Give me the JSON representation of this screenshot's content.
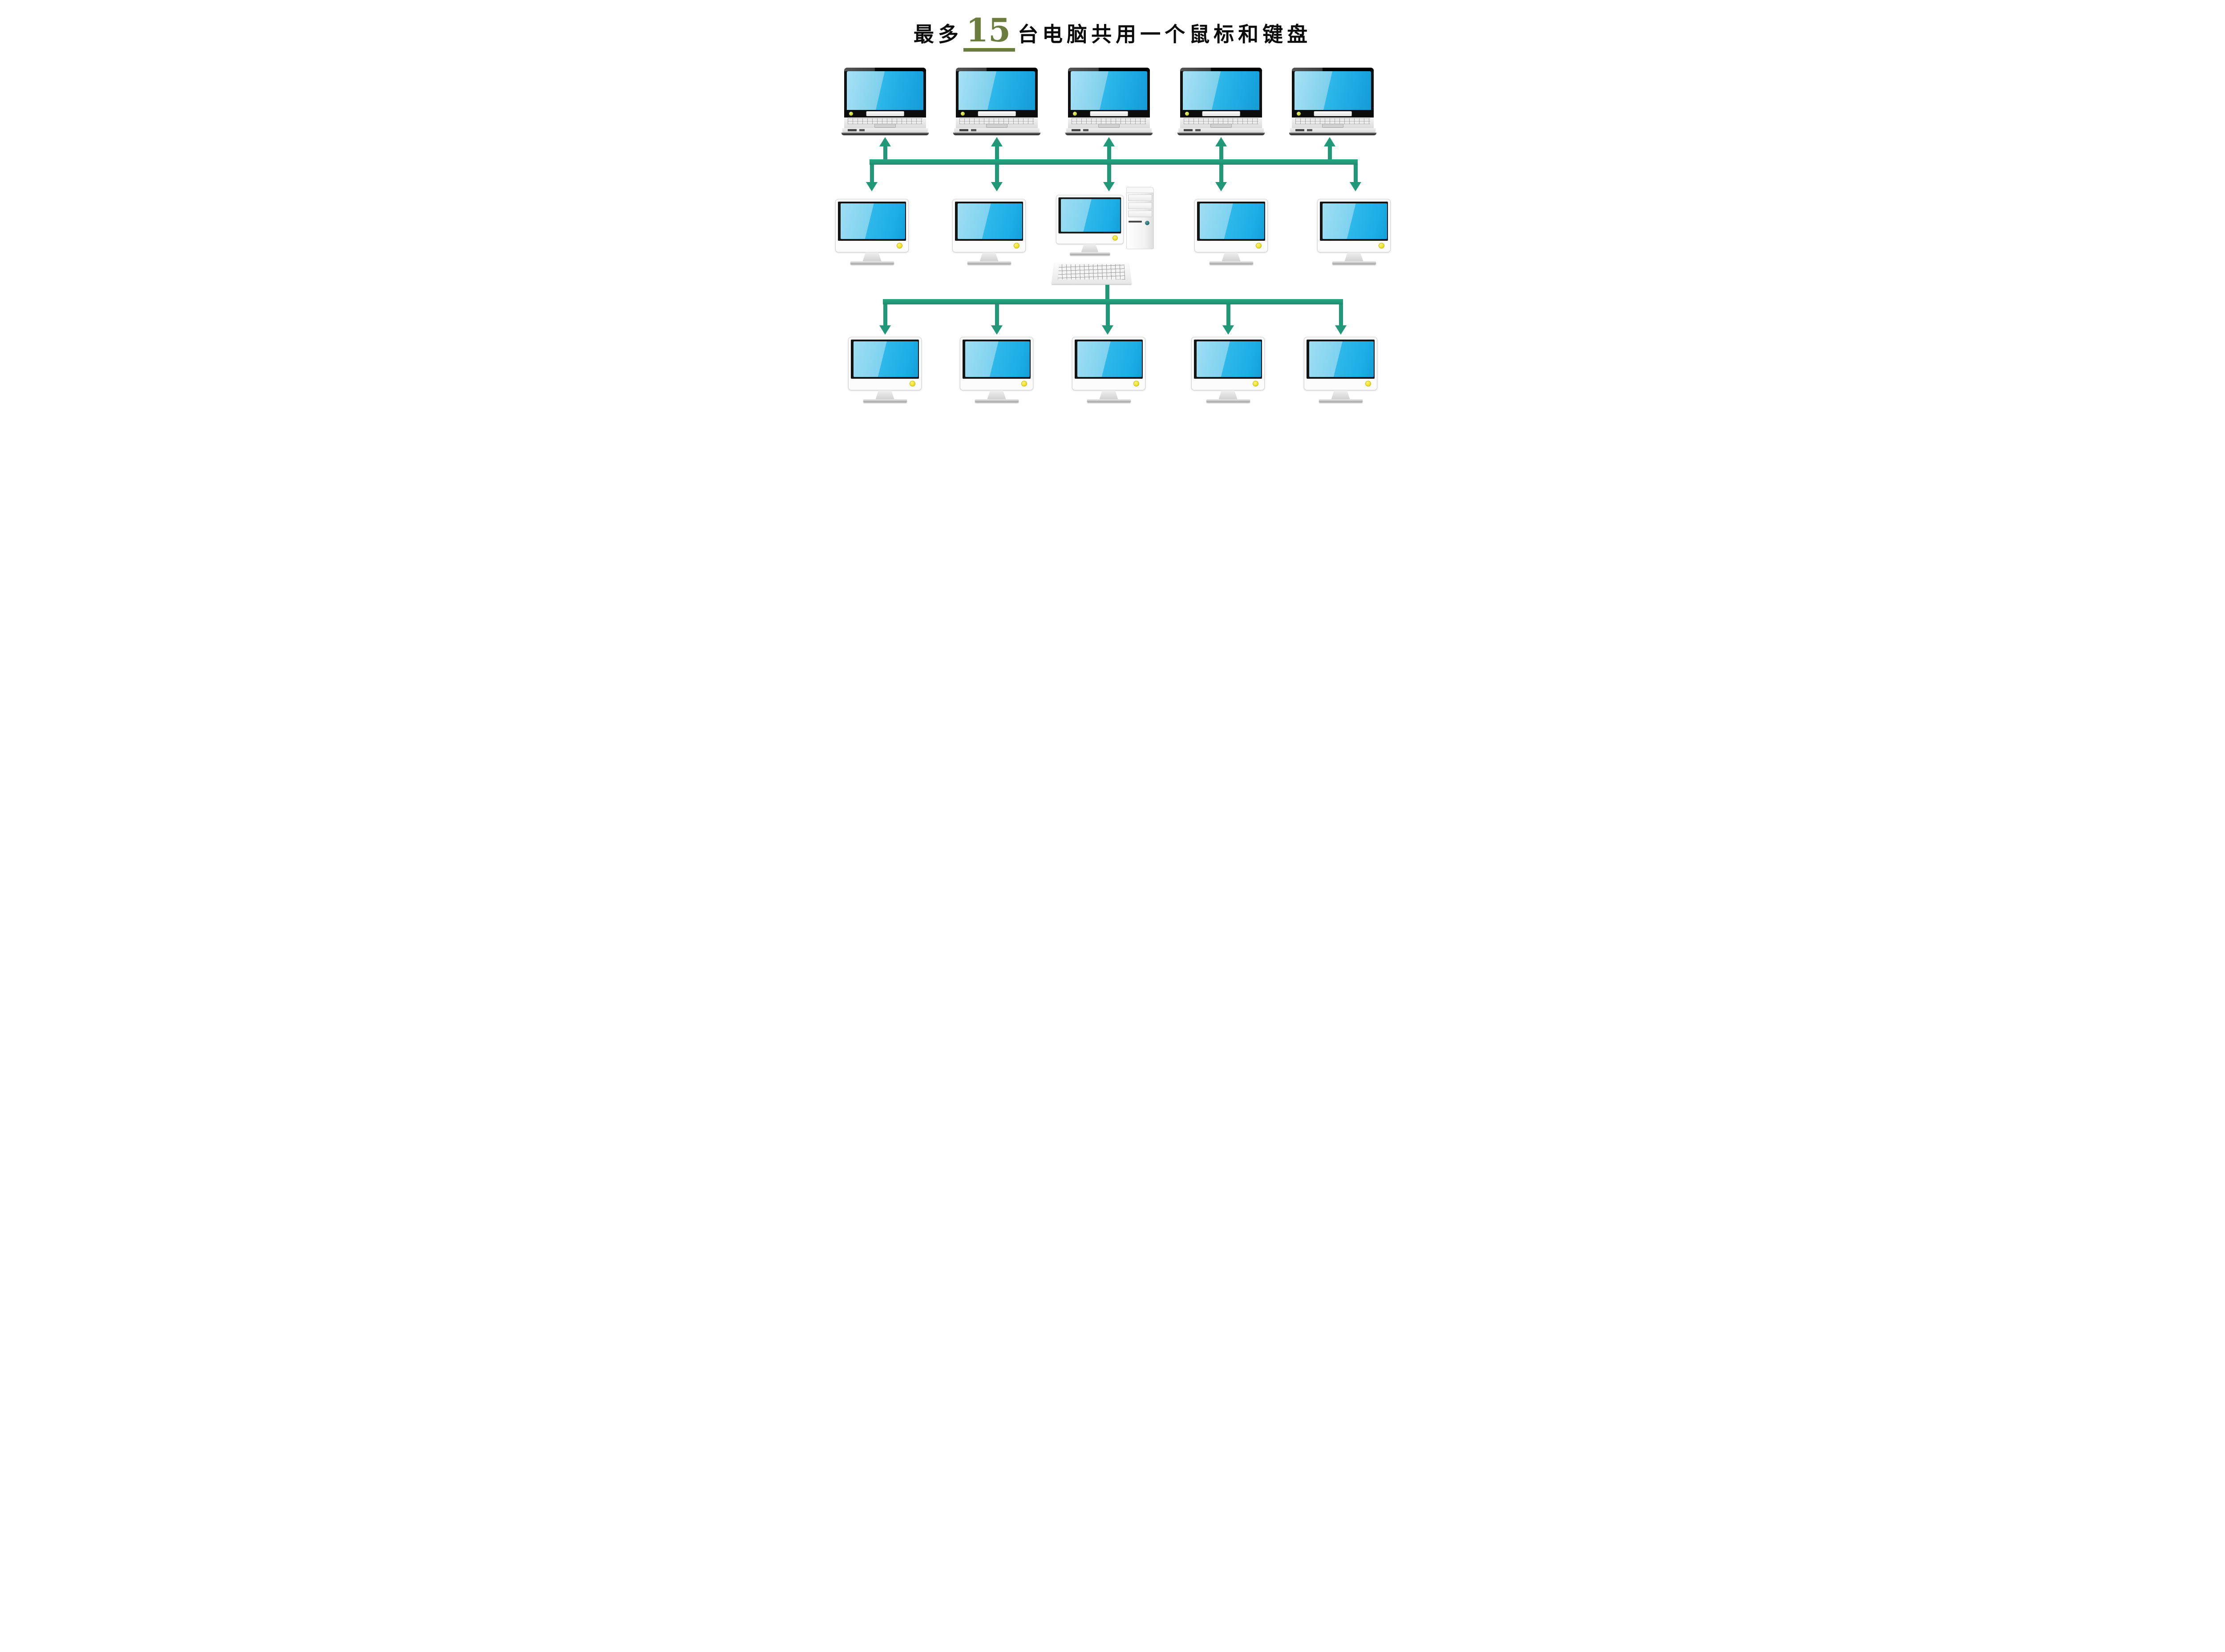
{
  "title": {
    "prefix": "最多",
    "number": "15",
    "suffix": "台电脑共用一个鼠标和键盘"
  },
  "colors": {
    "connector": "#219978",
    "highlight": "#6b7d3c",
    "screen-light": "#8fd8f2",
    "screen-dark": "#1fa9e2",
    "power-button-yellow": "#f0e52e"
  },
  "devices": {
    "top_row_laptops": 5,
    "middle_row_monitors": 4,
    "middle_row_desktop_computers": 1,
    "bottom_row_monitors": 5,
    "total_computers": 15
  }
}
